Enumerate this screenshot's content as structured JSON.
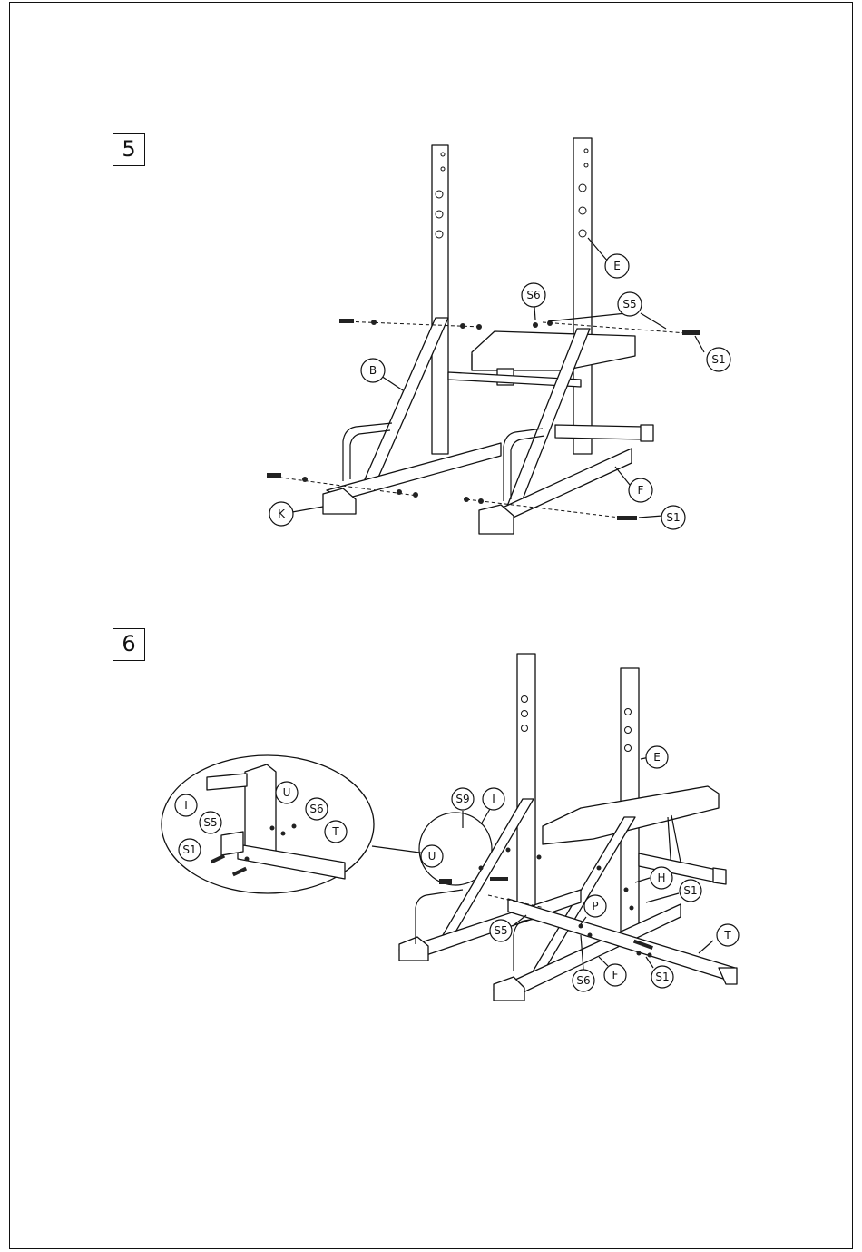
{
  "steps": [
    {
      "number": "5",
      "labels": {
        "E": "E",
        "S6": "S6",
        "S5": "S5",
        "S1_top": "S1",
        "B": "B",
        "K": "K",
        "F": "F",
        "S1_bottom": "S1"
      }
    },
    {
      "number": "6",
      "detail_labels": {
        "I": "I",
        "U": "U",
        "S6": "S6",
        "S5": "S5",
        "T": "T",
        "S1": "S1"
      },
      "labels": {
        "S9": "S9",
        "I": "I",
        "U": "U",
        "E": "E",
        "H": "H",
        "S1_right": "S1",
        "P": "P",
        "S5": "S5",
        "T": "T",
        "S6": "S6",
        "F": "F",
        "S1_bottom": "S1"
      }
    }
  ]
}
